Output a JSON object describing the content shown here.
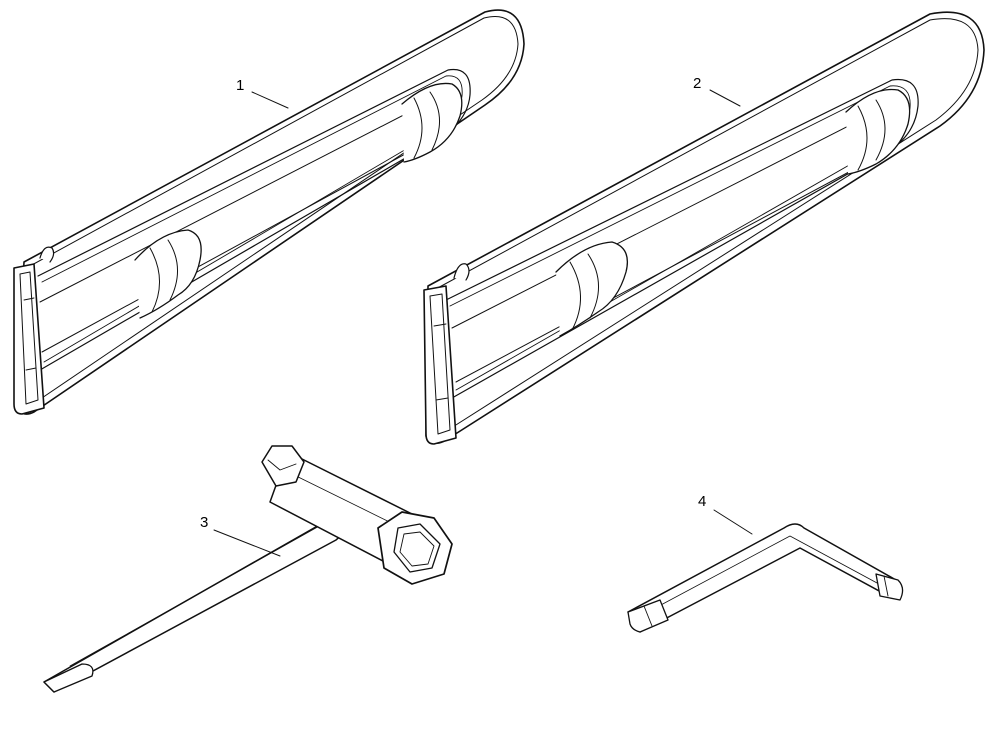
{
  "diagram": {
    "parts": [
      {
        "number": "1",
        "name": "bar-cover"
      },
      {
        "number": "2",
        "name": "bar-cover"
      },
      {
        "number": "3",
        "name": "combination-wrench"
      },
      {
        "number": "4",
        "name": "hex-key"
      }
    ],
    "colors": {
      "line": "#111111",
      "fill": "#ffffff"
    }
  }
}
